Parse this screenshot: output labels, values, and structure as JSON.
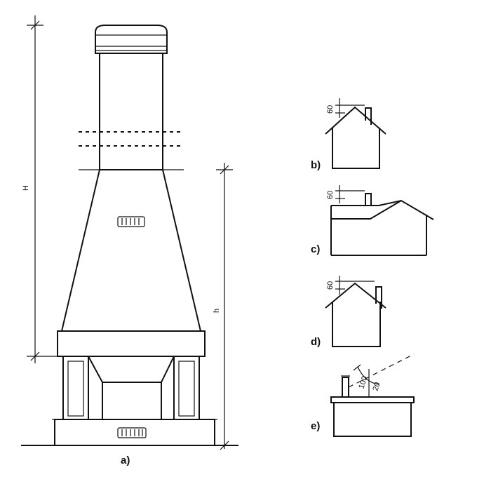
{
  "views": {
    "a": {
      "label": "a)",
      "dim_H": "H",
      "dim_h": "h"
    },
    "b": {
      "label": "b)",
      "dim": "60"
    },
    "c": {
      "label": "c)",
      "dim": "60"
    },
    "d": {
      "label": "d)",
      "dim": "60"
    },
    "e": {
      "label": "e)",
      "dim_1": "100",
      "dim_2": "20"
    }
  }
}
